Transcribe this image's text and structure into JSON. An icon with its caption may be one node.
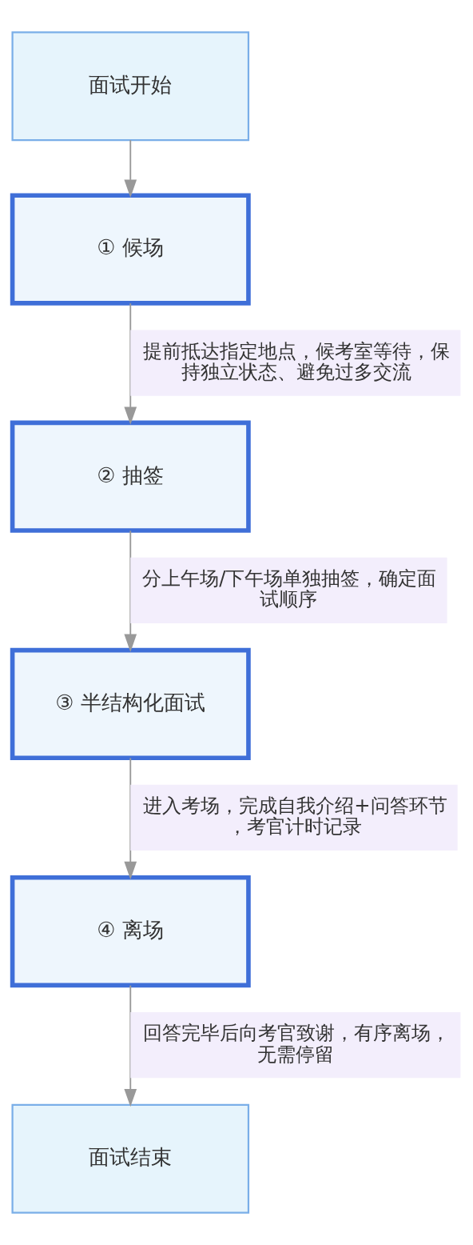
{
  "diagram": {
    "nodes": [
      {
        "text": [
          "面试开始"
        ]
      },
      {
        "text": [
          "① 候场"
        ]
      },
      {
        "text": [
          "② 抽签"
        ]
      },
      {
        "text": [
          "③ 半结构化面试"
        ]
      },
      {
        "text": [
          "④ 离场"
        ]
      },
      {
        "text": [
          "面试结束"
        ]
      }
    ],
    "edges": [
      {
        "from": 0,
        "to": 1,
        "arrow": "to"
      },
      {
        "from": 1,
        "to": 2,
        "arrow": "to",
        "label": "提前抵达指定地点，候考室等待，保持独立状态、避免过多交流"
      },
      {
        "from": 2,
        "to": 3,
        "arrow": "to",
        "label": "分上午场/下午场单独抽签，确定面试顺序"
      },
      {
        "from": 3,
        "to": 4,
        "arrow": "to",
        "label": "进入考场，完成自我介绍+问答环节，考官计时记录"
      },
      {
        "from": 4,
        "to": 5,
        "arrow": "to",
        "label": "回答完毕后向考官致谢，有序离场，无需停留"
      }
    ]
  }
}
